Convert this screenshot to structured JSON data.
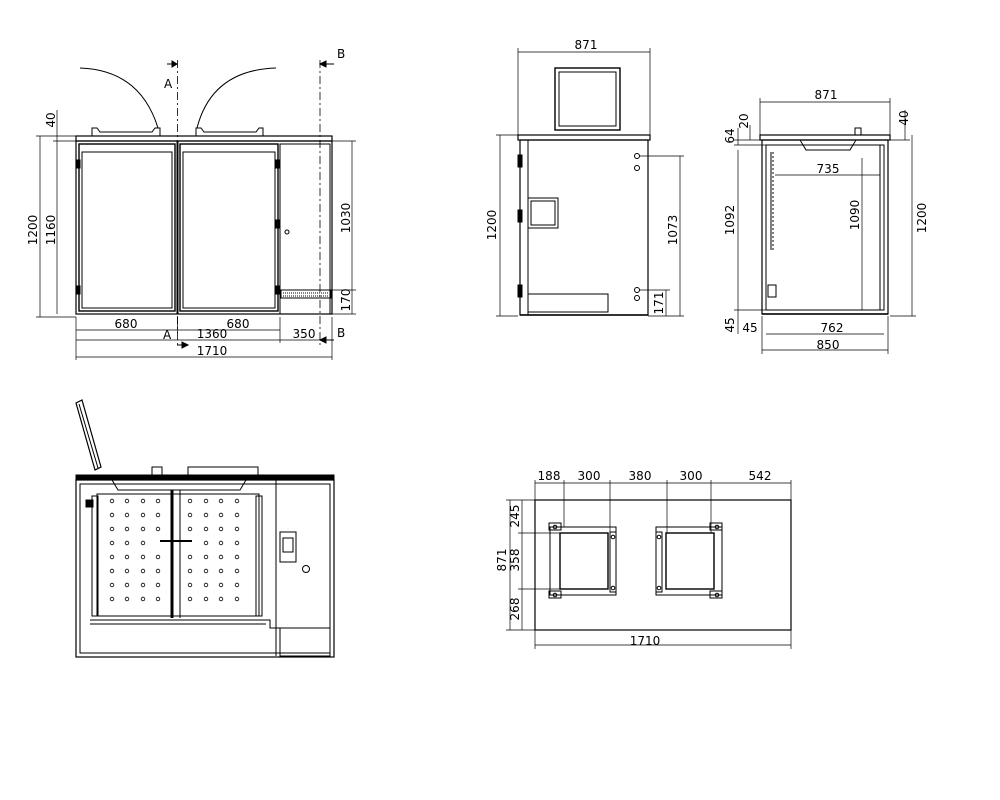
{
  "front_view": {
    "section_a_top": "A",
    "section_a_bottom": "A",
    "section_b_top": "B",
    "section_b_bottom": "B",
    "dims": {
      "total_height": "1200",
      "body_height": "1160",
      "top_thickness": "40",
      "side_height": "1030",
      "side_bottom": "170",
      "door_left": "680",
      "door_right": "680",
      "doors_total": "1360",
      "side_width": "350",
      "total_width": "1710"
    }
  },
  "side_view": {
    "dims": {
      "width": "871",
      "height": "1200",
      "inner_height": "1073",
      "bottom": "171"
    }
  },
  "section_view": {
    "dims": {
      "top_width": "871",
      "top_right": "40",
      "top_left_a": "20",
      "top_left_b": "64",
      "inner_width": "735",
      "inner_height": "1090",
      "left_height": "1092",
      "total_height": "1200",
      "bottom_left": "45",
      "bottom_left_offset": "45",
      "base_width": "762",
      "total_width": "850"
    }
  },
  "plan_view": {
    "dims": {
      "d1": "188",
      "d2": "300",
      "d3": "380",
      "d4": "300",
      "d5": "542",
      "total_depth": "871",
      "v1": "245",
      "v2": "358",
      "v3": "268",
      "total_width": "1710"
    }
  }
}
